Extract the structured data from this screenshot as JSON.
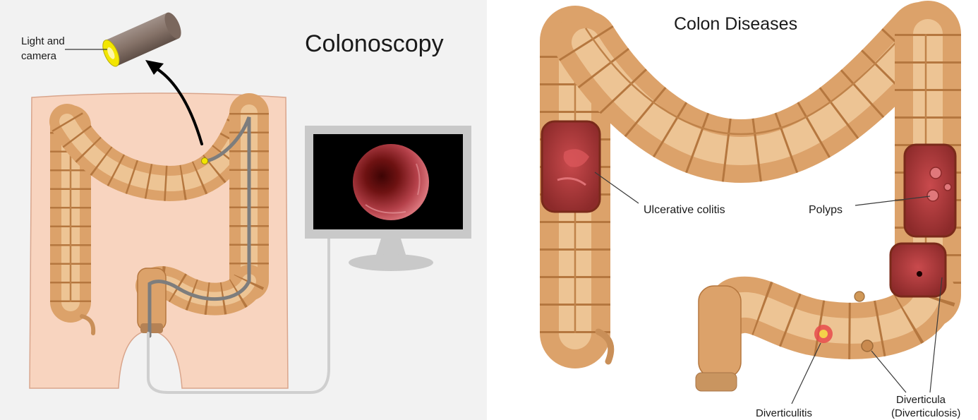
{
  "left_panel": {
    "title": "Colonoscopy",
    "camera_label_line1": "Light and",
    "camera_label_line2": "camera"
  },
  "right_panel": {
    "title": "Colon Diseases",
    "labels": {
      "ulcerative_colitis": "Ulcerative colitis",
      "polyps": "Polyps",
      "diverticulitis": "Diverticulitis",
      "diverticula": "Diverticula",
      "diverticulosis": "(Diverticulosis)"
    }
  },
  "colors": {
    "colon": "#dca26a",
    "body_skin": "#f8d4bf",
    "lesion": "#b5393b",
    "monitor_frame": "#c9c9c9",
    "lens": "#f3e600",
    "endoscope": "#7d7d7d"
  }
}
